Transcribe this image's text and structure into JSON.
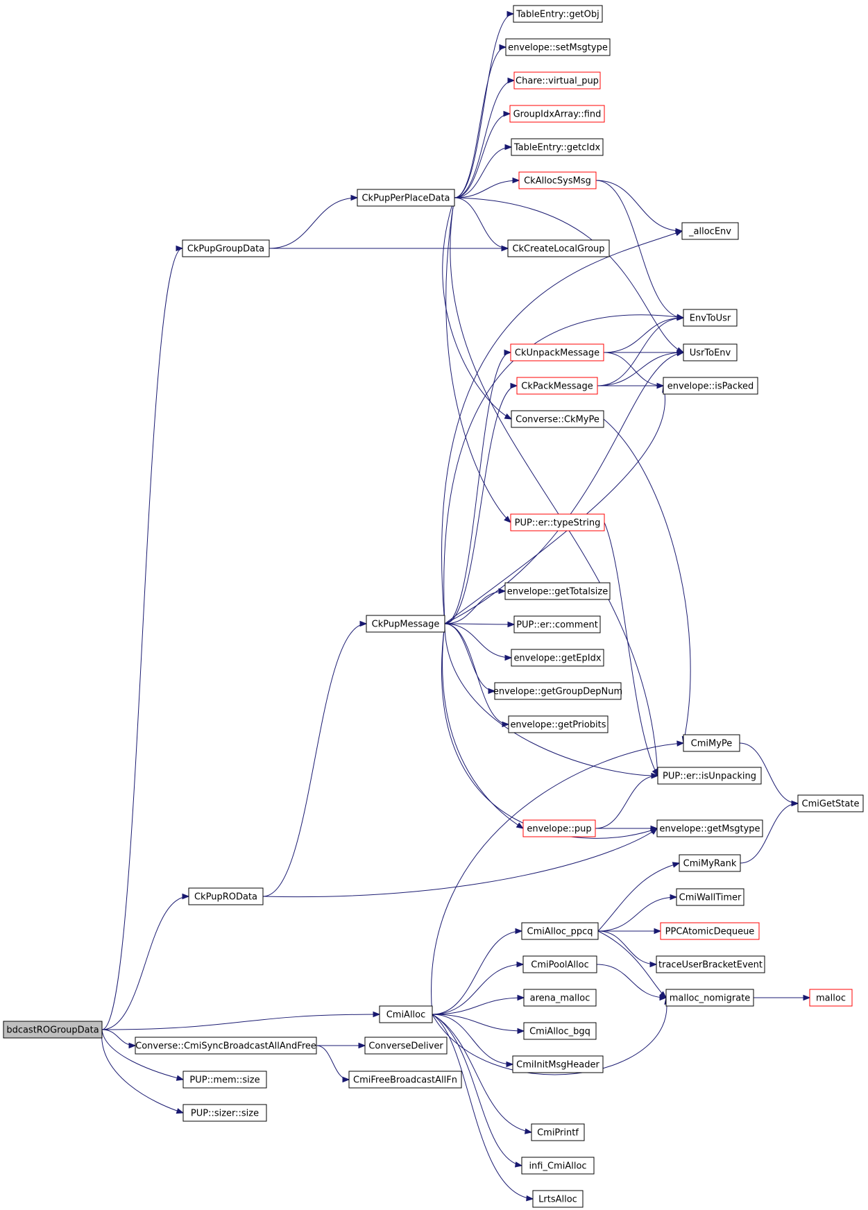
{
  "colors": {
    "edge": "#191970",
    "border_normal": "#000000",
    "border_truncated": "#ff0000",
    "fill_root": "#bfbfbf",
    "fill_normal": "#ffffff"
  },
  "nodes": [
    {
      "id": "bdcast",
      "label": "bdcastROGroupData",
      "style": "root"
    },
    {
      "id": "pupGroupData",
      "label": "CkPupGroupData",
      "style": "normal"
    },
    {
      "id": "pupPerPlace",
      "label": "CkPupPerPlaceData",
      "style": "normal"
    },
    {
      "id": "pupMessage",
      "label": "CkPupMessage",
      "style": "normal"
    },
    {
      "id": "pupROData",
      "label": "CkPupROData",
      "style": "normal"
    },
    {
      "id": "cmiAlloc",
      "label": "CmiAlloc",
      "style": "normal"
    },
    {
      "id": "syncBcast",
      "label": "Converse::CmiSyncBroadcastAllAndFree",
      "style": "normal"
    },
    {
      "id": "memSize",
      "label": "PUP::mem::size",
      "style": "normal"
    },
    {
      "id": "sizerSize",
      "label": "PUP::sizer::size",
      "style": "normal"
    },
    {
      "id": "getObj",
      "label": "TableEntry::getObj",
      "style": "normal"
    },
    {
      "id": "setMsgtype",
      "label": "envelope::setMsgtype",
      "style": "normal"
    },
    {
      "id": "virtualPup",
      "label": "Chare::virtual_pup",
      "style": "truncated"
    },
    {
      "id": "groupFind",
      "label": "GroupIdxArray::find",
      "style": "truncated"
    },
    {
      "id": "getcIdx",
      "label": "TableEntry::getcIdx",
      "style": "normal"
    },
    {
      "id": "allocSysMsg",
      "label": "CkAllocSysMsg",
      "style": "truncated"
    },
    {
      "id": "allocEnv",
      "label": "_allocEnv",
      "style": "normal"
    },
    {
      "id": "createLocalGroup",
      "label": "CkCreateLocalGroup",
      "style": "normal"
    },
    {
      "id": "envToUsr",
      "label": "EnvToUsr",
      "style": "normal"
    },
    {
      "id": "unpackMessage",
      "label": "CkUnpackMessage",
      "style": "truncated"
    },
    {
      "id": "usrToEnv",
      "label": "UsrToEnv",
      "style": "normal"
    },
    {
      "id": "packMessage",
      "label": "CkPackMessage",
      "style": "truncated"
    },
    {
      "id": "isPacked",
      "label": "envelope::isPacked",
      "style": "normal"
    },
    {
      "id": "ckMyPe",
      "label": "Converse::CkMyPe",
      "style": "normal"
    },
    {
      "id": "typeString",
      "label": "PUP::er::typeString",
      "style": "truncated"
    },
    {
      "id": "getTotalsize",
      "label": "envelope::getTotalsize",
      "style": "normal"
    },
    {
      "id": "comment",
      "label": "PUP::er::comment",
      "style": "normal"
    },
    {
      "id": "getEpIdx",
      "label": "envelope::getEpIdx",
      "style": "normal"
    },
    {
      "id": "getGroupDepNum",
      "label": "envelope::getGroupDepNum",
      "style": "normal"
    },
    {
      "id": "getPriobits",
      "label": "envelope::getPriobits",
      "style": "normal"
    },
    {
      "id": "cmiMyPe",
      "label": "CmiMyPe",
      "style": "normal"
    },
    {
      "id": "isUnpacking",
      "label": "PUP::er::isUnpacking",
      "style": "normal"
    },
    {
      "id": "cmiGetState",
      "label": "CmiGetState",
      "style": "normal"
    },
    {
      "id": "envPup",
      "label": "envelope::pup",
      "style": "truncated"
    },
    {
      "id": "getMsgtype",
      "label": "envelope::getMsgtype",
      "style": "normal"
    },
    {
      "id": "cmiMyRank",
      "label": "CmiMyRank",
      "style": "normal"
    },
    {
      "id": "cmiWallTimer",
      "label": "CmiWallTimer",
      "style": "normal"
    },
    {
      "id": "allocPpcq",
      "label": "CmiAlloc_ppcq",
      "style": "normal"
    },
    {
      "id": "ppcDequeue",
      "label": "PPCAtomicDequeue",
      "style": "truncated"
    },
    {
      "id": "poolAlloc",
      "label": "CmiPoolAlloc",
      "style": "normal"
    },
    {
      "id": "traceBracket",
      "label": "traceUserBracketEvent",
      "style": "normal"
    },
    {
      "id": "arenaMalloc",
      "label": "arena_malloc",
      "style": "normal"
    },
    {
      "id": "mallocNomigrate",
      "label": "malloc_nomigrate",
      "style": "normal"
    },
    {
      "id": "malloc",
      "label": "malloc",
      "style": "truncated"
    },
    {
      "id": "allocBgq",
      "label": "CmiAlloc_bgq",
      "style": "normal"
    },
    {
      "id": "converseDeliver",
      "label": "ConverseDeliver",
      "style": "normal"
    },
    {
      "id": "initMsgHeader",
      "label": "CmiInitMsgHeader",
      "style": "normal"
    },
    {
      "id": "freeBcastAllFn",
      "label": "CmiFreeBroadcastAllFn",
      "style": "normal"
    },
    {
      "id": "cmiPrintf",
      "label": "CmiPrintf",
      "style": "normal"
    },
    {
      "id": "infiCmiAlloc",
      "label": "infi_CmiAlloc",
      "style": "normal"
    },
    {
      "id": "lrtsAlloc",
      "label": "LrtsAlloc",
      "style": "normal"
    }
  ],
  "edges": [
    [
      "bdcast",
      "pupGroupData"
    ],
    [
      "bdcast",
      "pupROData"
    ],
    [
      "bdcast",
      "cmiAlloc"
    ],
    [
      "bdcast",
      "syncBcast"
    ],
    [
      "bdcast",
      "memSize"
    ],
    [
      "bdcast",
      "sizerSize"
    ],
    [
      "pupGroupData",
      "pupPerPlace"
    ],
    [
      "pupGroupData",
      "createLocalGroup"
    ],
    [
      "pupPerPlace",
      "getObj"
    ],
    [
      "pupPerPlace",
      "setMsgtype"
    ],
    [
      "pupPerPlace",
      "virtualPup"
    ],
    [
      "pupPerPlace",
      "groupFind"
    ],
    [
      "pupPerPlace",
      "getcIdx"
    ],
    [
      "pupPerPlace",
      "allocSysMsg"
    ],
    [
      "pupPerPlace",
      "createLocalGroup"
    ],
    [
      "pupPerPlace",
      "usrToEnv"
    ],
    [
      "pupPerPlace",
      "ckMyPe"
    ],
    [
      "pupPerPlace",
      "typeString"
    ],
    [
      "pupPerPlace",
      "isUnpacking"
    ],
    [
      "allocSysMsg",
      "allocEnv"
    ],
    [
      "allocSysMsg",
      "envToUsr"
    ],
    [
      "unpackMessage",
      "envToUsr"
    ],
    [
      "unpackMessage",
      "usrToEnv"
    ],
    [
      "unpackMessage",
      "isPacked"
    ],
    [
      "packMessage",
      "envToUsr"
    ],
    [
      "packMessage",
      "usrToEnv"
    ],
    [
      "packMessage",
      "isPacked"
    ],
    [
      "ckMyPe",
      "cmiMyPe"
    ],
    [
      "typeString",
      "isUnpacking"
    ],
    [
      "pupROData",
      "pupMessage"
    ],
    [
      "pupROData",
      "getMsgtype"
    ],
    [
      "pupMessage",
      "allocEnv"
    ],
    [
      "pupMessage",
      "envToUsr"
    ],
    [
      "pupMessage",
      "unpackMessage"
    ],
    [
      "pupMessage",
      "packMessage"
    ],
    [
      "pupMessage",
      "usrToEnv"
    ],
    [
      "pupMessage",
      "isPacked"
    ],
    [
      "pupMessage",
      "getTotalsize"
    ],
    [
      "pupMessage",
      "comment"
    ],
    [
      "pupMessage",
      "getEpIdx"
    ],
    [
      "pupMessage",
      "getGroupDepNum"
    ],
    [
      "pupMessage",
      "getPriobits"
    ],
    [
      "pupMessage",
      "isUnpacking"
    ],
    [
      "pupMessage",
      "envPup"
    ],
    [
      "pupMessage",
      "getMsgtype"
    ],
    [
      "envPup",
      "isUnpacking"
    ],
    [
      "envPup",
      "getMsgtype"
    ],
    [
      "cmiMyPe",
      "cmiGetState"
    ],
    [
      "cmiMyRank",
      "cmiGetState"
    ],
    [
      "cmiAlloc",
      "cmiMyPe"
    ],
    [
      "cmiAlloc",
      "allocPpcq"
    ],
    [
      "cmiAlloc",
      "poolAlloc"
    ],
    [
      "cmiAlloc",
      "arenaMalloc"
    ],
    [
      "cmiAlloc",
      "allocBgq"
    ],
    [
      "cmiAlloc",
      "initMsgHeader"
    ],
    [
      "cmiAlloc",
      "mallocNomigrate"
    ],
    [
      "cmiAlloc",
      "cmiPrintf"
    ],
    [
      "cmiAlloc",
      "infiCmiAlloc"
    ],
    [
      "cmiAlloc",
      "lrtsAlloc"
    ],
    [
      "allocPpcq",
      "cmiMyRank"
    ],
    [
      "allocPpcq",
      "cmiWallTimer"
    ],
    [
      "allocPpcq",
      "ppcDequeue"
    ],
    [
      "allocPpcq",
      "traceBracket"
    ],
    [
      "allocPpcq",
      "mallocNomigrate"
    ],
    [
      "poolAlloc",
      "mallocNomigrate"
    ],
    [
      "mallocNomigrate",
      "malloc"
    ],
    [
      "syncBcast",
      "converseDeliver"
    ],
    [
      "syncBcast",
      "freeBcastAllFn"
    ]
  ]
}
